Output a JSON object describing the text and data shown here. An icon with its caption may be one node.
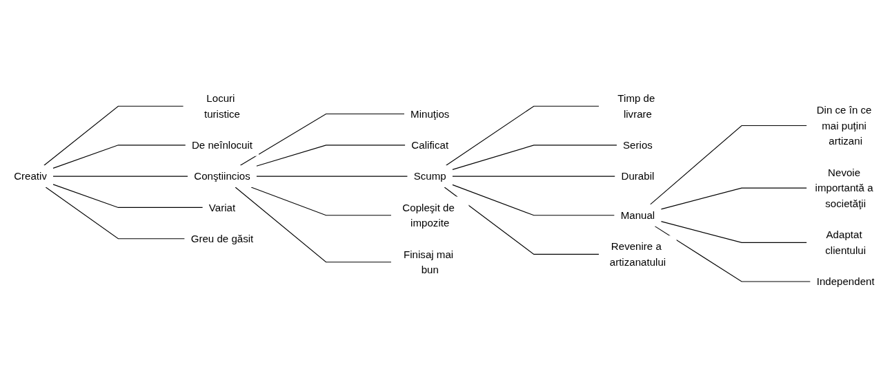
{
  "diagram": {
    "nodes": [
      {
        "text": [
          "Locuri turistice"
        ]
      },
      {
        "text": [
          "Minuţios"
        ]
      },
      {
        "text": [
          "Timp de livrare"
        ]
      },
      {
        "text": [
          "Din ce în ce mai puţini artizani"
        ]
      },
      {
        "text": [
          "Calificat"
        ]
      },
      {
        "text": [
          "Serios"
        ]
      },
      {
        "text": [
          "Durabil"
        ]
      },
      {
        "text": [
          "Nevoie importantă a societăţii"
        ]
      },
      {
        "text": [
          "De neînlocuit"
        ]
      },
      {
        "text": [
          "Creativ"
        ]
      },
      {
        "text": [
          "Conştiincios"
        ]
      },
      {
        "text": [
          "Scump"
        ]
      },
      {
        "text": [
          "Manual"
        ]
      },
      {
        "text": [
          "Adaptat clientului"
        ]
      },
      {
        "text": [
          "Variat"
        ]
      },
      {
        "text": [
          "Copleşit de impozite"
        ]
      },
      {
        "text": [
          "Greu de găsit"
        ]
      },
      {
        "text": [
          "Finisaj mai bun"
        ]
      },
      {
        "text": [
          "Revenire a artizanatului"
        ]
      },
      {
        "text": [
          "Independent"
        ]
      }
    ],
    "edges": [
      {
        "from": 9,
        "to": 0,
        "arrow": "none"
      },
      {
        "from": 9,
        "to": 8,
        "arrow": "none"
      },
      {
        "from": 9,
        "to": 14,
        "arrow": "none"
      },
      {
        "from": 9,
        "to": 16,
        "arrow": "none"
      },
      {
        "from": 9,
        "to": 10,
        "arrow": "none"
      },
      {
        "from": 10,
        "to": 4,
        "arrow": "none"
      },
      {
        "from": 10,
        "to": 1,
        "arrow": "none"
      },
      {
        "from": 10,
        "to": 15,
        "arrow": "none"
      },
      {
        "from": 10,
        "to": 17,
        "arrow": "none"
      },
      {
        "from": 10,
        "to": 11,
        "arrow": "none"
      },
      {
        "from": 11,
        "to": 5,
        "arrow": "none"
      },
      {
        "from": 11,
        "to": 2,
        "arrow": "none"
      },
      {
        "from": 11,
        "to": 6,
        "arrow": "none"
      },
      {
        "from": 11,
        "to": 18,
        "arrow": "none"
      },
      {
        "from": 11,
        "to": 12,
        "arrow": "none"
      },
      {
        "from": 12,
        "to": 3,
        "arrow": "none"
      },
      {
        "from": 12,
        "to": 7,
        "arrow": "none"
      },
      {
        "from": 12,
        "to": 13,
        "arrow": "none"
      },
      {
        "from": 12,
        "to": 19,
        "arrow": "none"
      }
    ]
  }
}
